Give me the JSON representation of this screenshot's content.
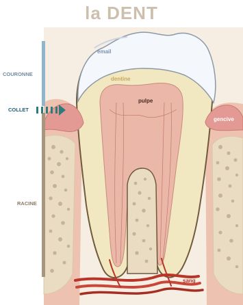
{
  "title": "la DENT",
  "side_labels": {
    "couronne": "COURONNE",
    "collet": "COLLET",
    "racine": "RACINE"
  },
  "parts": {
    "email": "email",
    "dentine": "dentine",
    "pulpe": "pulpe",
    "gencive": "gencive",
    "sang": "sang"
  },
  "colors": {
    "couronne_bar": "#8fb6cc",
    "racine_bar": "#a8957e",
    "collet_arrow": "#2f7a7a",
    "enamel": "#f4f7fb",
    "dentin": "#f1e7c0",
    "pulp": "#eab7a8",
    "gum": "#e7a3a0",
    "bone": "#e9dcc3"
  }
}
